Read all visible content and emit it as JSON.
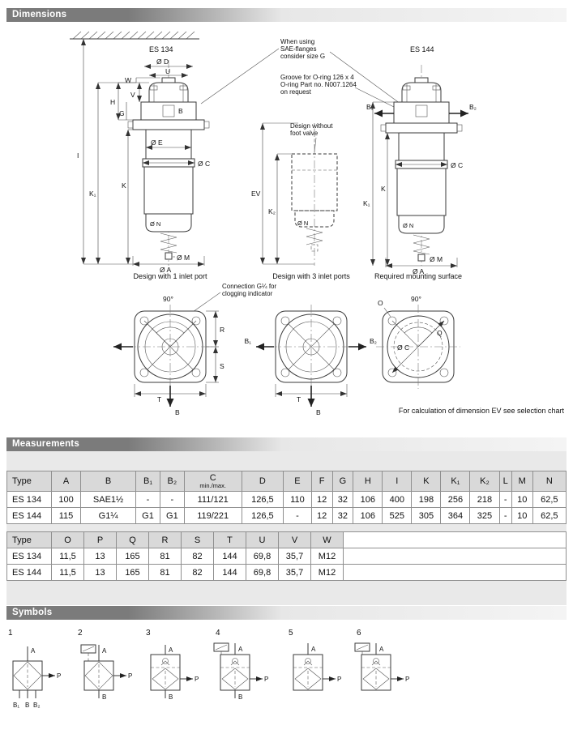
{
  "sections": {
    "dimensions": "Dimensions",
    "measurements": "Measurements",
    "symbols": "Symbols"
  },
  "colors": {
    "section_bar": "#7b7b7b",
    "table_header": "#d9d9d9",
    "panel": "#e9e9e9",
    "line": "#3a3a3a"
  },
  "drawing": {
    "model_left": "ES 134",
    "model_right": "ES 144",
    "note_sae": [
      "When using",
      "SAE-flanges",
      "consider size G"
    ],
    "note_groove": [
      "Groove for O-ring 126 x 4",
      "O-ring Part no. N007.1264",
      "on request"
    ],
    "note_foot": [
      "Design without",
      "foot valve"
    ],
    "note_conn": [
      "Connection G¼ for",
      "clogging indicator"
    ],
    "view1_title": "Design with 1 inlet port",
    "view2_title": "Design with 3 inlet ports",
    "view3_title": "Required mounting surface",
    "footnote": "For calculation of dimension EV see selection chart",
    "labels": {
      "dD": "Ø D",
      "U": "U",
      "W": "W",
      "V": "V",
      "H": "H",
      "G": "G",
      "I": "I",
      "K": "K",
      "K1": "K₁",
      "K2": "K₂",
      "dE": "Ø E",
      "dC": "Ø C",
      "dN": "Ø N",
      "dM": "Ø M",
      "dA": "Ø A",
      "EV": "EV",
      "B": "B",
      "B1": "B₁",
      "B2": "B₂",
      "R": "R",
      "S": "S",
      "T": "T",
      "Q": "Q",
      "O": "O",
      "deg90": "90°"
    }
  },
  "table1": {
    "headers": [
      "Type",
      "A",
      "B",
      "B₁",
      "B₂",
      "C\nmin./max.",
      "D",
      "E",
      "F",
      "G",
      "H",
      "I",
      "K",
      "K₁",
      "K₂",
      "L",
      "M",
      "N"
    ],
    "rows": [
      [
        "ES 134",
        "100",
        "SAE1½",
        "-",
        "-",
        "111/121",
        "126,5",
        "110",
        "12",
        "32",
        "106",
        "400",
        "198",
        "256",
        "218",
        "-",
        "10",
        "62,5"
      ],
      [
        "ES 144",
        "115",
        "G1¼",
        "G1",
        "G1",
        "119/221",
        "126,5",
        "-",
        "12",
        "32",
        "106",
        "525",
        "305",
        "364",
        "325",
        "-",
        "10",
        "62,5"
      ]
    ],
    "filler": false
  },
  "table2": {
    "headers": [
      "Type",
      "O",
      "P",
      "Q",
      "R",
      "S",
      "T",
      "U",
      "V",
      "W"
    ],
    "rows": [
      [
        "ES 134",
        "11,5",
        "13",
        "165",
        "81",
        "82",
        "144",
        "69,8",
        "35,7",
        "M12"
      ],
      [
        "ES 144",
        "11,5",
        "13",
        "165",
        "81",
        "82",
        "144",
        "69,8",
        "35,7",
        "M12"
      ]
    ],
    "filler": true
  },
  "symbols_row": [
    {
      "num": "1",
      "a": "A",
      "p": "P",
      "b1": "B₁",
      "b": "B",
      "b2": "B₂"
    },
    {
      "num": "2",
      "a": "A",
      "p": "P",
      "b": "B"
    },
    {
      "num": "3",
      "a": "A",
      "p": "P",
      "b": "B"
    },
    {
      "num": "4",
      "a": "A",
      "p": "P",
      "b": "B"
    },
    {
      "num": "5",
      "a": "A",
      "p": "P"
    },
    {
      "num": "6",
      "a": "A",
      "p": "P"
    }
  ]
}
